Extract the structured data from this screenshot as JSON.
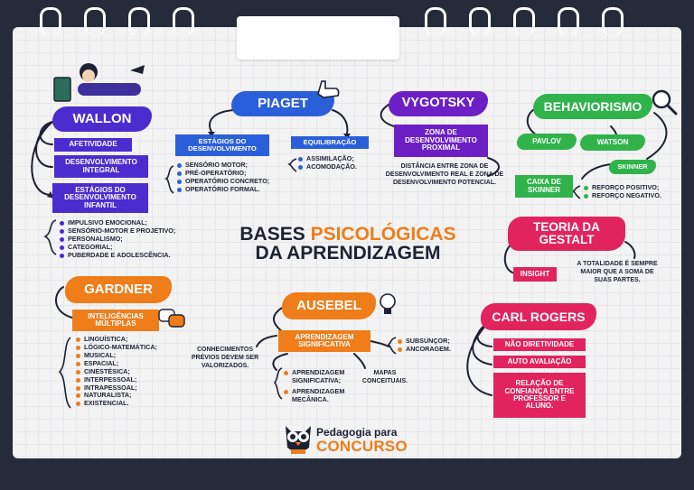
{
  "center": {
    "line1a": "BASES ",
    "line1b": "PSICOLÓGICAS",
    "line2": "DA APRENDIZAGEM"
  },
  "colors": {
    "wallon": "#4a2ccf",
    "piaget": "#2b5fd9",
    "vygotsky": "#6b1fc4",
    "behaviorismo": "#2fb34a",
    "gestalt": "#e2245e",
    "gardner": "#ee7d1a",
    "ausebel": "#ee7d1a",
    "rogers": "#e2245e",
    "ink": "#1d2233"
  },
  "wallon": {
    "title": "WALLON",
    "boxes": [
      "AFETIVIDADE",
      "DESENVOLVIMENTO INTEGRAL",
      "ESTÁGIOS DO DESENVOLVIMENTO INFANTIL"
    ],
    "items": [
      "IMPULSIVO EMOCIONAL;",
      "SENSÓRIO-MOTOR E PROJETIVO;",
      "PERSONALISMO;",
      "CATEGORIAL;",
      "PUBERDADE E ADOLESCÊNCIA."
    ]
  },
  "piaget": {
    "title": "PIAGET",
    "box1": "ESTÁGIOS DO DESENVOLVIMENTO",
    "box2": "EQUILIBRAÇÃO",
    "items1": [
      "SENSÓRIO MOTOR;",
      "PRÉ-OPERATÓRIO;",
      "OPERATÓRIO CONCRETO;",
      "OPERATÓRIO FORMAL."
    ],
    "items2": [
      "ASSIMILAÇÃO;",
      "ACOMODAÇÃO."
    ]
  },
  "vygotsky": {
    "title": "VYGOTSKY",
    "box": "ZONA DE DESENVOLVIMENTO PROXIMAL",
    "note": "DISTÂNCIA ENTRE ZONA DE DESENVOLVIMENTO REAL E ZONA DE DESENVOLVIMENTO POTENCIAL."
  },
  "behaviorismo": {
    "title": "BEHAVIORISMO",
    "pavlov": "PAVLOV",
    "watson": "WATSON",
    "skinner": "SKINNER",
    "caixa": "CAIXA DE SKINNER",
    "items": [
      "REFORÇO POSITIVO;",
      "REFORÇO NEGATIVO."
    ]
  },
  "gestalt": {
    "title": "TEORIA DA GESTALT",
    "insight": "INSIGHT",
    "note": "A TOTALIDADE É SEMPRE MAIOR QUE A SOMA DE SUAS PARTES."
  },
  "gardner": {
    "title": "GARDNER",
    "box": "INTELIGÊNCIAS MÚLTIPLAS",
    "items": [
      "LINGUÍSTICA;",
      "LÓGICO-MATEMÁTICA;",
      "MUSICAL;",
      "ESPACIAL;",
      "CINESTÉSICA;",
      "INTERPESSOAL;",
      "INTRAPESSOAL;",
      "NATURALISTA;",
      "EXISTENCIAL."
    ]
  },
  "ausebel": {
    "title": "AUSEBEL",
    "box": "APRENDIZAGEM SIGNIFICATIVA",
    "left_note": "CONHECIMENTOS PRÉVIOS DEVEM SER VALORIZADOS.",
    "right_items": [
      "SUBSUNÇOR;",
      "ANCORAGEM."
    ],
    "bottom_items": [
      "APRENDIZAGEM SIGNIFICATIVA;",
      "APRENDIZAGEM MECÂNICA."
    ],
    "mapas": "MAPAS CONCEITUAIS."
  },
  "rogers": {
    "title": "CARL ROGERS",
    "boxes": [
      "NÃO DIRETIVIDADE",
      "AUTO AVALIAÇÃO",
      "RELAÇÃO DE CONFIANÇA ENTRE PROFESSOR E ALUNO."
    ]
  },
  "logo": {
    "line1": "Pedagogia para",
    "line2": "CONCURSO"
  }
}
